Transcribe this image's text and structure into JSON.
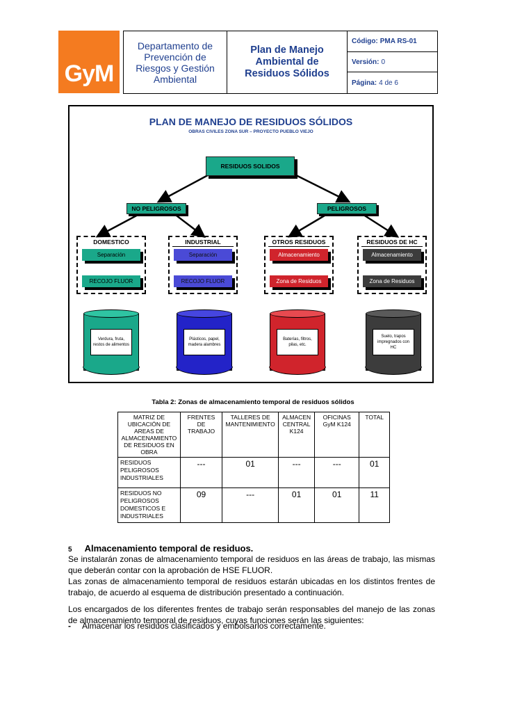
{
  "header": {
    "logo": "GyM",
    "department": "Departamento de Prevención de Riesgos y Gestión Ambiental",
    "title": "Plan de Manejo Ambiental de Residuos Sólidos",
    "code_label": "Código:",
    "code_value": "PMA RS-01",
    "version_label": "Versión:",
    "version_value": "0",
    "page_label": "Página:",
    "page_value": "4 de 6"
  },
  "diagram": {
    "title": "PLAN DE MANEJO DE RESIDUOS SÓLIDOS",
    "subtitle": "OBRAS CIVILES ZONA SUR – PROYECTO PUEBLO VIEJO",
    "root": "RESIDUOS SOLIDOS",
    "no_peligrosos": "NO PELIGROSOS",
    "peligrosos": "PELIGROSOS",
    "groups": [
      {
        "title": "DOMESTICO",
        "box1": "Separación",
        "box2": "RECOJO FLUOR",
        "container": "Verdura, fruta, restos de alimentos",
        "color": "#1aa88a"
      },
      {
        "title": "INDUSTRIAL",
        "box1": "Separación",
        "box2": "RECOJO FLUOR",
        "container": "Plásticos, papel, madera alambres",
        "color": "#2323c8"
      },
      {
        "title": "OTROS RESIDUOS",
        "box1": "Almacenamiento",
        "box2": "Zona de Residuos",
        "container": "Baterías, filtros, pilas, etc.",
        "color": "#d0242c"
      },
      {
        "title": "RESIDUOS DE HC",
        "box1": "Almacenamiento",
        "box2": "Zona de Residuos",
        "container": "Suelo, trapos impregnados con HC",
        "color": "#3c3c3c"
      }
    ]
  },
  "table": {
    "caption": "Tabla 2: Zonas de almacenamiento temporal de residuos sólidos",
    "headers": [
      "MATRIZ DE UBICACIÓN DE AREAS DE ALMACENAMIENTO DE RESIDUOS EN OBRA",
      "FRENTES DE TRABAJO",
      "TALLERES DE MANTENIMIENTO",
      "ALMACEN CENTRAL K124",
      "OFICINAS GyM K124",
      "TOTAL"
    ],
    "rows": [
      {
        "label": "RESIDUOS PELIGROSOS INDUSTRIALES",
        "cells": [
          "---",
          "01",
          "---",
          "---",
          "01"
        ]
      },
      {
        "label": "RESIDUOS NO PELIGROSOS DOMESTICOS E INDUSTRIALES",
        "cells": [
          "09",
          "---",
          "01",
          "01",
          "11"
        ]
      }
    ]
  },
  "body": {
    "section_number": "5",
    "section_title": "Almacenamiento temporal de residuos.",
    "p1": "Se instalarán zonas de almacenamiento temporal de residuos en las áreas de trabajo, las mismas que deberán contar con la aprobación de HSE FLUOR.",
    "p2": "Las zonas de almacenamiento temporal de residuos estarán ubicadas en los distintos frentes de trabajo, de acuerdo al esquema de distribución presentado a continuación.",
    "p3": "Los encargados de los diferentes frentes de trabajo serán responsables del manejo de las zonas de almacenamiento temporal de residuos, cuyas funciones serán las siguientes:",
    "bullet_mark": "-",
    "bullet1": "Almacenar los residuos clasificados y embolsarlos correctamente."
  }
}
